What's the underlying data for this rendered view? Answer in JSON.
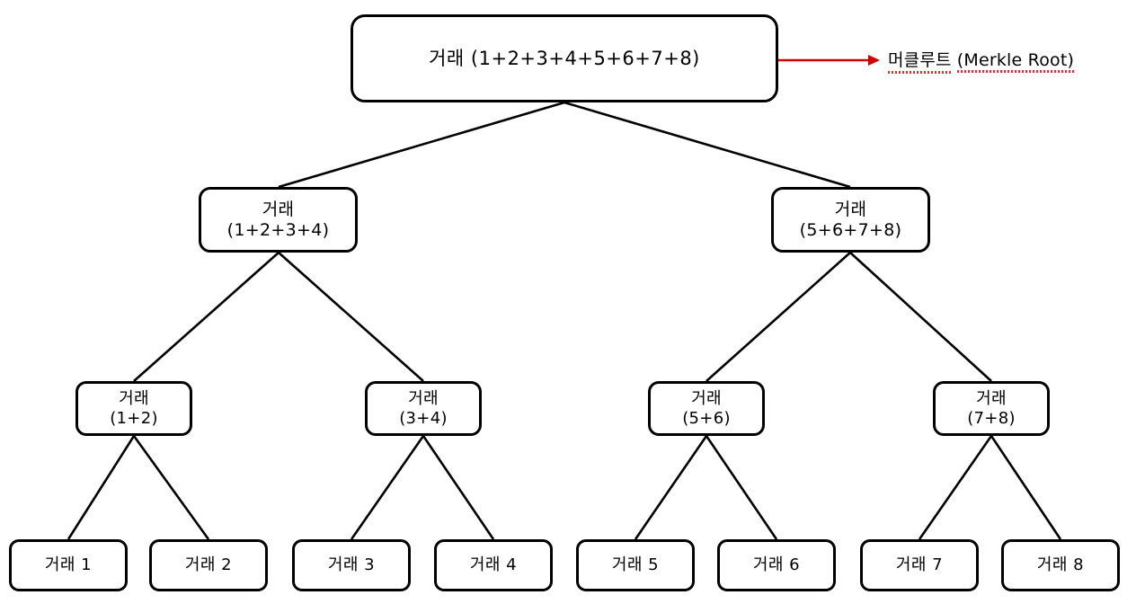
{
  "diagram": {
    "title": "Merkle Tree",
    "background_color": "#ffffff",
    "stroke_color": "#000000",
    "annotation_color": "#cc0000",
    "spellcheck_underline_color": "#e03030"
  },
  "annotation": {
    "name": "merkle-root-callout",
    "korean": "머클루트",
    "english": "(Merkle Root)",
    "arrow": "arrow-right-icon",
    "arrow_color": "#cc0000",
    "points_to": "root-node"
  },
  "nodes": {
    "root": {
      "id": "root-node",
      "line1": "거래 (1+2+3+4+5+6+7+8)",
      "line2": ""
    },
    "level2": [
      {
        "id": "node-1234",
        "line1": "거래",
        "line2": "(1+2+3+4)"
      },
      {
        "id": "node-5678",
        "line1": "거래",
        "line2": "(5+6+7+8)"
      }
    ],
    "level3": [
      {
        "id": "node-12",
        "line1": "거래",
        "line2": "(1+2)"
      },
      {
        "id": "node-34",
        "line1": "거래",
        "line2": "(3+4)"
      },
      {
        "id": "node-56",
        "line1": "거래",
        "line2": "(5+6)"
      },
      {
        "id": "node-78",
        "line1": "거래",
        "line2": "(7+8)"
      }
    ],
    "leaves": [
      {
        "id": "leaf-1",
        "line1": "거래 1"
      },
      {
        "id": "leaf-2",
        "line1": "거래 2"
      },
      {
        "id": "leaf-3",
        "line1": "거래 3"
      },
      {
        "id": "leaf-4",
        "line1": "거래 4"
      },
      {
        "id": "leaf-5",
        "line1": "거래 5"
      },
      {
        "id": "leaf-6",
        "line1": "거래 6"
      },
      {
        "id": "leaf-7",
        "line1": "거래 7"
      },
      {
        "id": "leaf-8",
        "line1": "거래 8"
      }
    ]
  }
}
